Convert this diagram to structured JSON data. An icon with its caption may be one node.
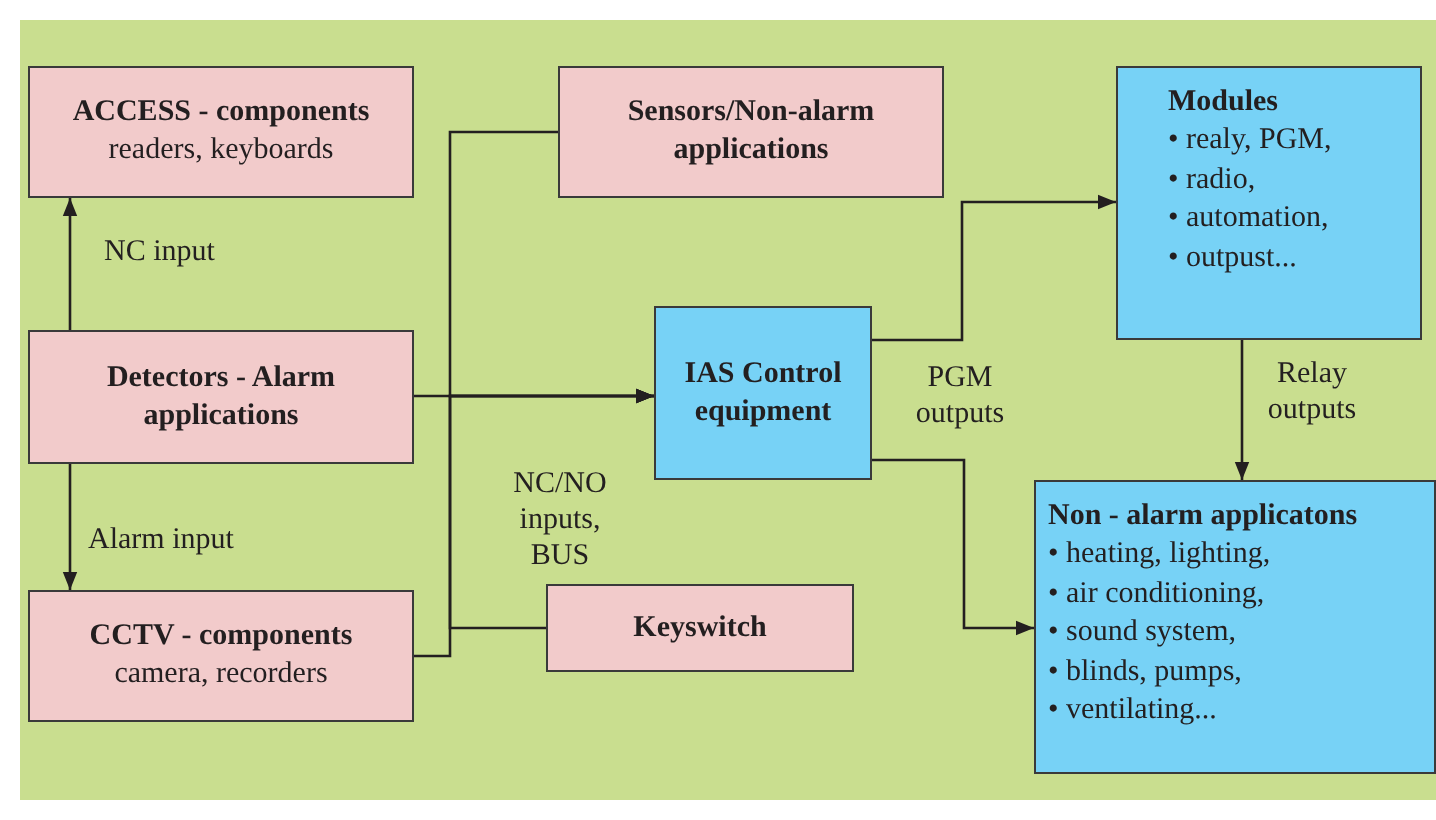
{
  "diagram": {
    "nodes": [
      {
        "text": [
          "ACCESS - components",
          "readers, keyboards"
        ]
      },
      {
        "text": [
          "Sensors/Non-alarm applications"
        ]
      },
      {
        "text": [
          "Modules",
          "• realy, PGM,",
          "• radio,",
          "• automation,",
          "• outpust..."
        ]
      },
      {
        "text": [
          "Detectors - Alarm applications"
        ]
      },
      {
        "text": [
          "IAS Control equipment"
        ]
      },
      {
        "text": [
          "CCTV - components",
          "camera, recorders"
        ]
      },
      {
        "text": [
          "Keyswitch"
        ]
      },
      {
        "text": [
          "Non - alarm applicatons",
          "• heating, lighting,",
          "• air conditioning,",
          "• sound system,",
          "• blinds, pumps,",
          "• ventilating..."
        ]
      }
    ],
    "edges": [
      {
        "from": 3,
        "to": 0,
        "arrow": "to",
        "label": "NC input"
      },
      {
        "from": 3,
        "to": 5,
        "arrow": "to",
        "label": "Alarm input"
      },
      {
        "from": 3,
        "to": 4,
        "arrow": "to",
        "label": "NC/NO inputs, BUS"
      },
      {
        "from": 1,
        "to": 4,
        "arrow": "to"
      },
      {
        "from": 5,
        "to": 4,
        "arrow": "to"
      },
      {
        "from": 6,
        "to": 4,
        "arrow": "to"
      },
      {
        "from": 4,
        "to": 2,
        "arrow": "to"
      },
      {
        "from": 4,
        "to": 7,
        "arrow": "to",
        "label": "PGM outputs"
      },
      {
        "from": 2,
        "to": 7,
        "arrow": "to",
        "label": "Relay outputs"
      }
    ]
  }
}
